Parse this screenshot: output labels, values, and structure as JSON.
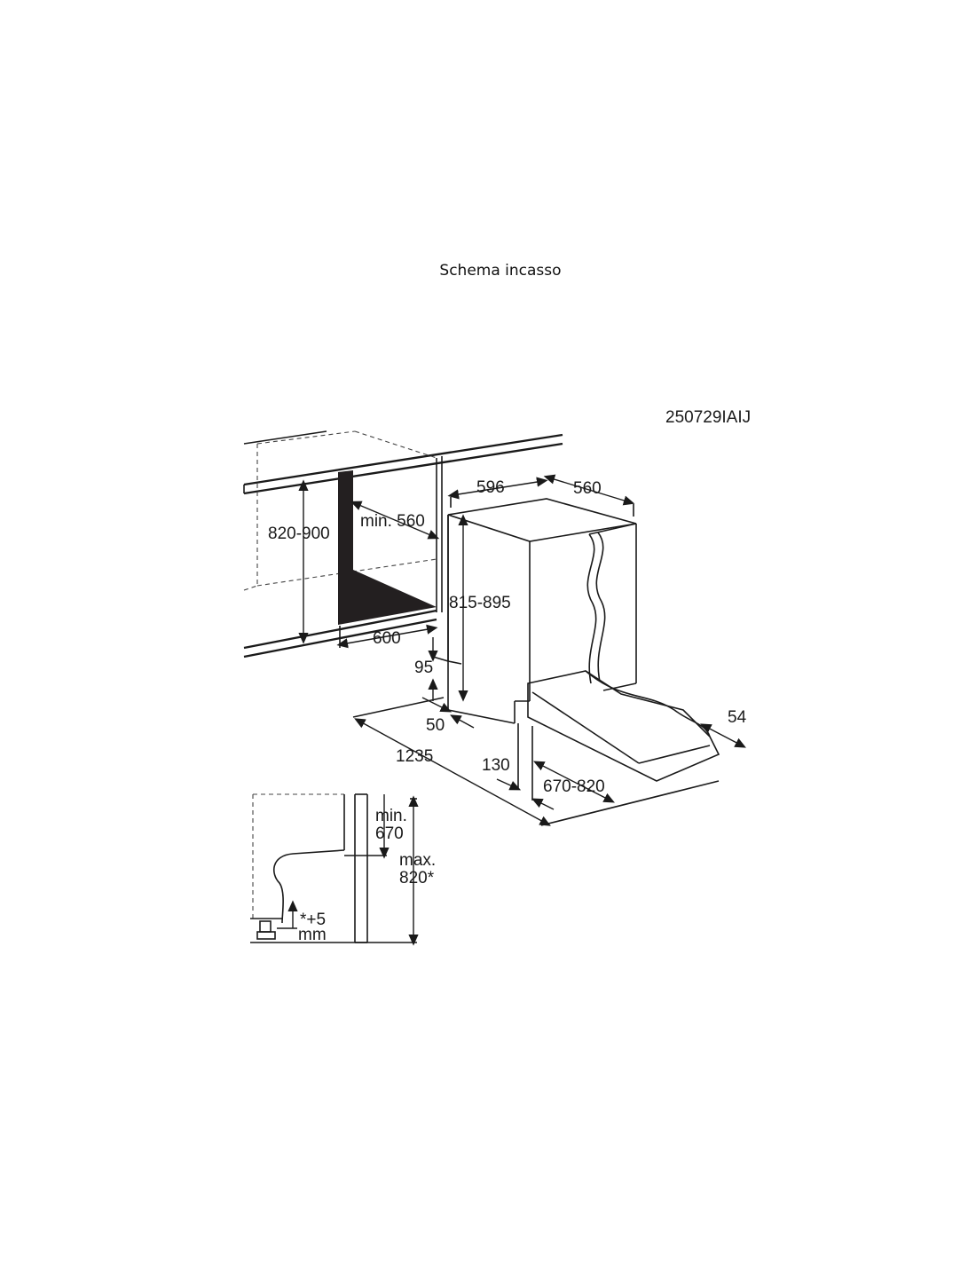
{
  "header": {
    "title": "Schema incasso"
  },
  "drawing_code": "250729IAIJ",
  "dimensions": {
    "niche_height": "820-900",
    "niche_min_depth": "min. 560",
    "niche_width": "600",
    "appliance_width": "596",
    "appliance_depth": "560",
    "appliance_height": "815-895",
    "plinth_height": "95",
    "plinth_depth": "50",
    "door_open_clearance": "1235",
    "door_bottom_gap": "130",
    "door_height_range": "670-820",
    "door_thickness": "54"
  },
  "detail": {
    "min_label": "min.",
    "min_value": "670",
    "max_label": "max.",
    "max_value": "820*",
    "adjust_value": "*+5",
    "adjust_unit": "mm"
  }
}
